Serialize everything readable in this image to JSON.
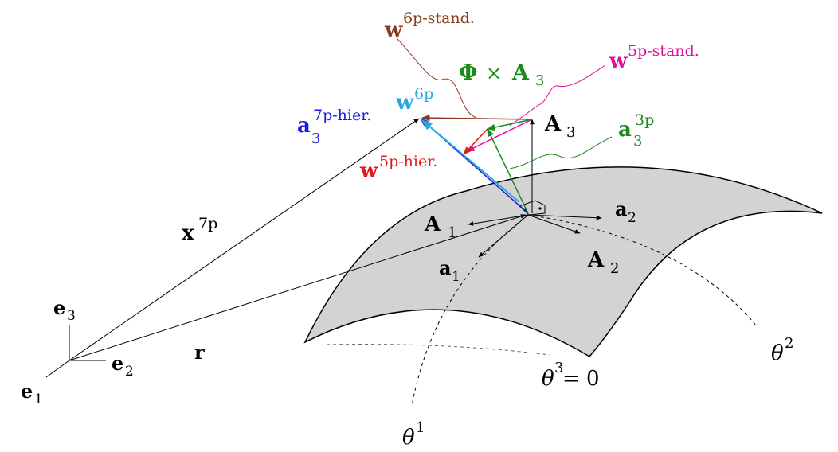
{
  "colors": {
    "black": "#000000",
    "surface_fill": "#d3d3d3",
    "w6p_stand": "#8b3a1a",
    "w5p_stand": "#e0109a",
    "phi_cross": "#1a8a1a",
    "a3_3p": "#1a8a1a",
    "w6p": "#29a8e0",
    "a3_7p_hier": "#1a1ae0",
    "w5p_hier": "#e01a1a"
  },
  "labels": {
    "w6p_stand": {
      "base": "w",
      "sup": "6p-stand."
    },
    "w5p_stand": {
      "base": "w",
      "sup": "5p-stand."
    },
    "phi_cross": {
      "phi": "Φ",
      "times": "×",
      "A": "A",
      "sub": "3"
    },
    "w6p": {
      "base": "w",
      "sup": "6p"
    },
    "a3_7p_hier": {
      "base": "a",
      "sub": "3",
      "sup": "7p-hier."
    },
    "A3": {
      "base": "A",
      "sub": "3"
    },
    "a3_3p": {
      "base": "a",
      "sub": "3",
      "sup": "3p"
    },
    "w5p_hier": {
      "base": "w",
      "sup": "5p-hier."
    },
    "x7p": {
      "base": "x",
      "sup": "7p"
    },
    "A1": {
      "base": "A",
      "sub": "1"
    },
    "a2": {
      "base": "a",
      "sub": "2"
    },
    "a1": {
      "base": "a",
      "sub": "1"
    },
    "A2": {
      "base": "A",
      "sub": "2"
    },
    "e3": {
      "base": "e",
      "sub": "3"
    },
    "e2": {
      "base": "e",
      "sub": "2"
    },
    "e1": {
      "base": "e",
      "sub": "1"
    },
    "r": {
      "base": "r"
    },
    "theta3": {
      "base": "θ",
      "sup": "3",
      "rest": " = 0"
    },
    "theta2": {
      "base": "θ",
      "sup": "2"
    },
    "theta1": {
      "base": "θ",
      "sup": "1"
    }
  }
}
